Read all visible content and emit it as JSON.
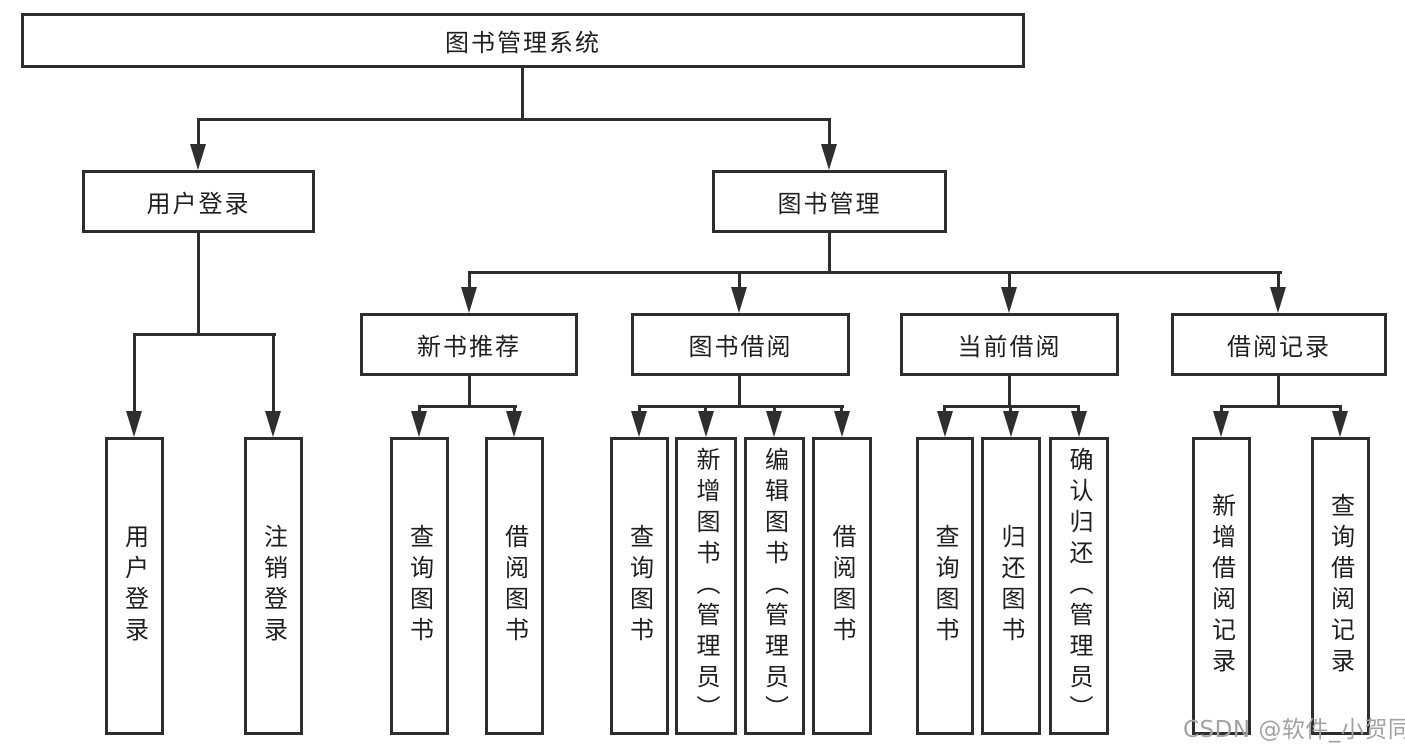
{
  "diagram": {
    "root": {
      "label": "图书管理系统"
    },
    "branches": [
      {
        "label": "用户登录",
        "children": [
          {
            "label": "用户登录"
          },
          {
            "label": "注销登录"
          }
        ]
      },
      {
        "label": "图书管理",
        "sections": [
          {
            "label": "新书推荐",
            "children": [
              {
                "label": "查询图书"
              },
              {
                "label": "借阅图书"
              }
            ]
          },
          {
            "label": "图书借阅",
            "children": [
              {
                "label": "查询图书"
              },
              {
                "label": "新增图书（管理员）"
              },
              {
                "label": "编辑图书（管理员）"
              },
              {
                "label": "借阅图书"
              }
            ]
          },
          {
            "label": "当前借阅",
            "children": [
              {
                "label": "查询图书"
              },
              {
                "label": "归还图书"
              },
              {
                "label": "确认归还（管理员）"
              }
            ]
          },
          {
            "label": "借阅记录",
            "children": [
              {
                "label": "新增借阅记录"
              },
              {
                "label": "查询借阅记录"
              }
            ]
          }
        ]
      }
    ]
  },
  "watermark": {
    "text": "CSDN @软件_小贺同学"
  },
  "colors": {
    "line": "#2e2e2e",
    "text": "#1f1f1f",
    "watermark": "#a3a3a3",
    "background": "#ffffff"
  }
}
